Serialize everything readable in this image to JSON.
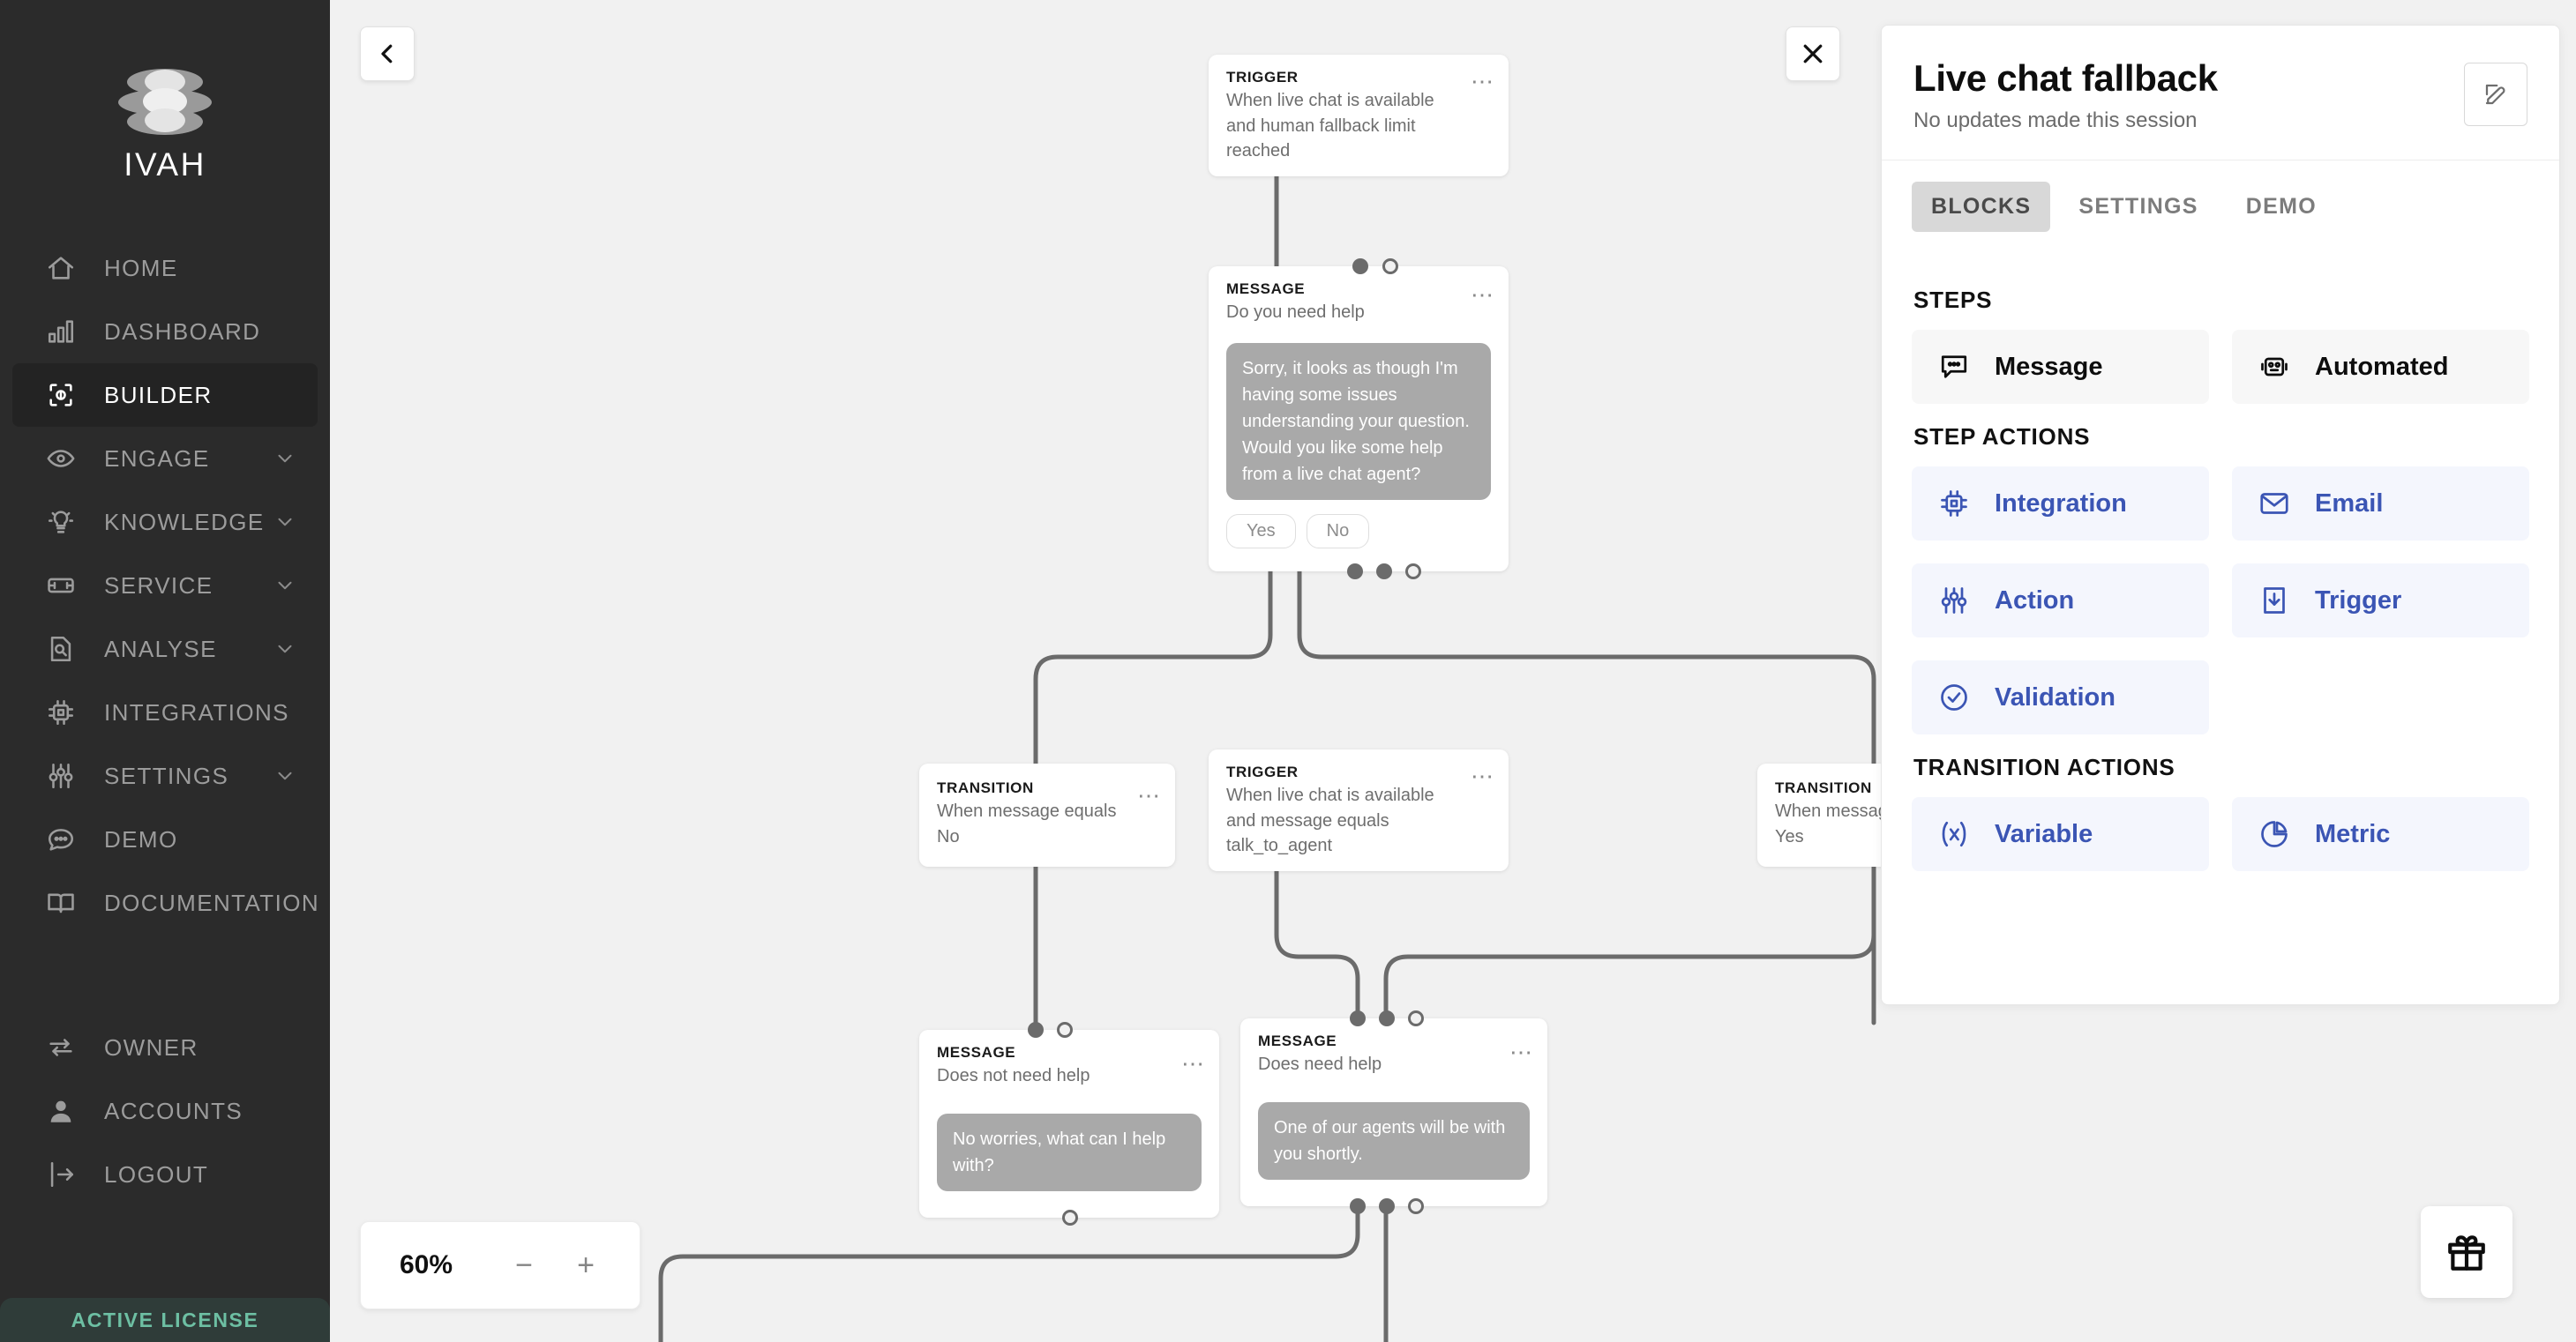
{
  "sidebar": {
    "logo_text": "IVAH",
    "items": [
      {
        "label": "HOME",
        "icon": "home-icon",
        "chevron": false,
        "active": false
      },
      {
        "label": "DASHBOARD",
        "icon": "bar-chart-icon",
        "chevron": false,
        "active": false
      },
      {
        "label": "BUILDER",
        "icon": "builder-icon",
        "chevron": false,
        "active": true
      },
      {
        "label": "ENGAGE",
        "icon": "eye-icon",
        "chevron": true,
        "active": false
      },
      {
        "label": "KNOWLEDGE",
        "icon": "lightbulb-icon",
        "chevron": true,
        "active": false
      },
      {
        "label": "SERVICE",
        "icon": "service-icon",
        "chevron": true,
        "active": false
      },
      {
        "label": "ANALYSE",
        "icon": "analyse-icon",
        "chevron": true,
        "active": false
      },
      {
        "label": "INTEGRATIONS",
        "icon": "chip-icon",
        "chevron": false,
        "active": false
      },
      {
        "label": "SETTINGS",
        "icon": "sliders-icon",
        "chevron": true,
        "active": false
      },
      {
        "label": "DEMO",
        "icon": "chat-icon",
        "chevron": false,
        "active": false
      },
      {
        "label": "DOCUMENTATION",
        "icon": "book-icon",
        "chevron": false,
        "active": false
      }
    ],
    "footer_items": [
      {
        "label": "OWNER",
        "icon": "swap-icon"
      },
      {
        "label": "ACCOUNTS",
        "icon": "user-icon"
      },
      {
        "label": "LOGOUT",
        "icon": "logout-icon"
      }
    ],
    "license_label": "ACTIVE LICENSE",
    "license_color": "#6dbfa3"
  },
  "canvas": {
    "back_button_icon": "chevron-left-icon",
    "close_button_icon": "close-icon",
    "gift_button_icon": "gift-icon",
    "zoom": {
      "value": "60%",
      "minus_label": "−",
      "plus_label": "+"
    },
    "nodes": [
      {
        "id": "trigger-top",
        "kind": "TRIGGER",
        "desc": "When live chat is available\nand human fallback limit reached",
        "menu_icon": "more-options-icon"
      },
      {
        "id": "message-do-you-need-help",
        "kind": "MESSAGE",
        "desc": "Do you need help",
        "bubble": "Sorry, it looks as though I'm having some issues understanding your question. Would you like some help from a live chat agent?",
        "chips": [
          "Yes",
          "No"
        ],
        "menu_icon": "more-options-icon"
      },
      {
        "id": "transition-no",
        "kind": "TRANSITION",
        "desc": "When message equals No",
        "menu_icon": "more-options-icon"
      },
      {
        "id": "trigger-talk-to-agent",
        "kind": "TRIGGER",
        "desc": "When live chat is available\nand message equals talk_to_agent",
        "menu_icon": "more-options-icon"
      },
      {
        "id": "transition-yes",
        "kind": "TRANSITION",
        "desc": "When message equals Yes",
        "menu_icon": "more-options-icon"
      },
      {
        "id": "message-does-not-need-help",
        "kind": "MESSAGE",
        "desc": "Does not need help",
        "bubble": "No worries, what can I help with?",
        "menu_icon": "more-options-icon"
      },
      {
        "id": "message-does-need-help",
        "kind": "MESSAGE",
        "desc": "Does need help",
        "bubble": "One of our agents will be with you shortly.",
        "menu_icon": "more-options-icon"
      }
    ]
  },
  "panel": {
    "title": "Live chat fallback",
    "subtitle": "No updates made this session",
    "edit_icon": "edit-icon",
    "tabs": [
      {
        "label": "BLOCKS",
        "active": true
      },
      {
        "label": "SETTINGS",
        "active": false
      },
      {
        "label": "DEMO",
        "active": false
      }
    ],
    "sections": [
      {
        "title": "STEPS",
        "style": "step",
        "items": [
          {
            "label": "Message",
            "icon": "message-icon"
          },
          {
            "label": "Automated",
            "icon": "robot-icon"
          }
        ]
      },
      {
        "title": "STEP ACTIONS",
        "style": "act",
        "items": [
          {
            "label": "Integration",
            "icon": "chip-icon"
          },
          {
            "label": "Email",
            "icon": "envelope-icon"
          },
          {
            "label": "Action",
            "icon": "sliders-icon"
          },
          {
            "label": "Trigger",
            "icon": "download-box-icon"
          },
          {
            "label": "Validation",
            "icon": "check-circle-icon"
          }
        ]
      },
      {
        "title": "TRANSITION ACTIONS",
        "style": "act",
        "items": [
          {
            "label": "Variable",
            "icon": "variable-icon"
          },
          {
            "label": "Metric",
            "icon": "pie-chart-icon"
          }
        ]
      }
    ],
    "accent_color": "#3b55b4"
  }
}
